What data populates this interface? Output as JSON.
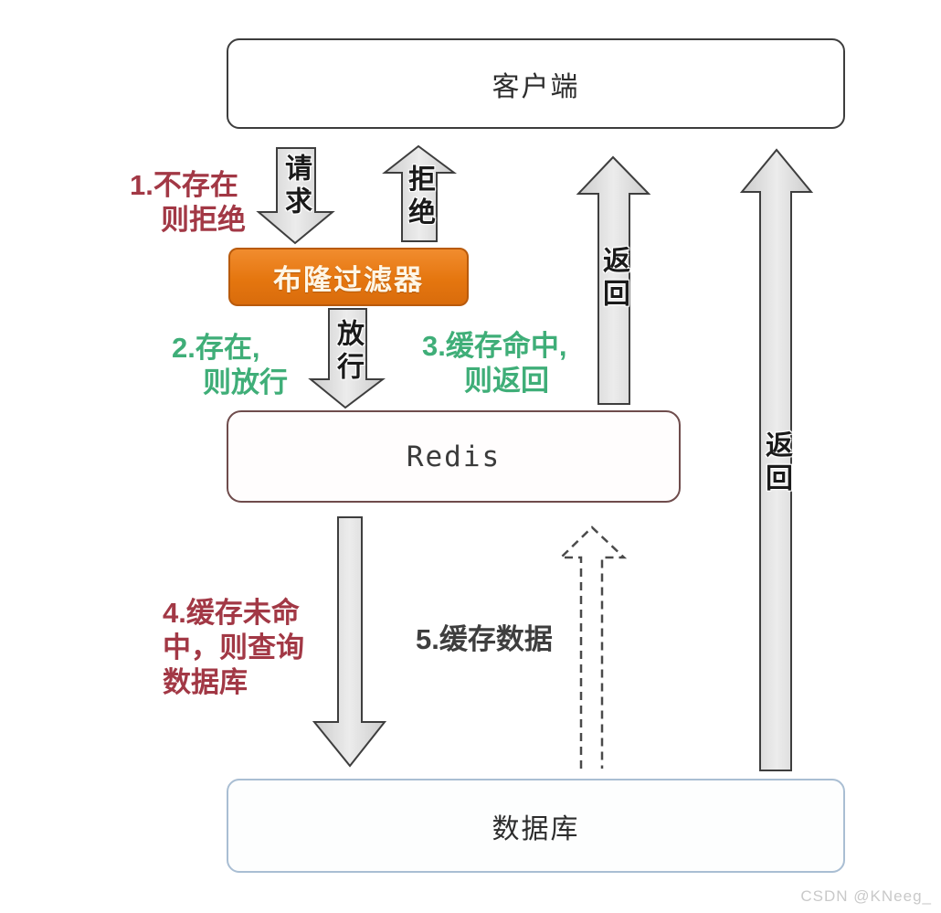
{
  "nodes": {
    "client": {
      "label": "客户端"
    },
    "bloom": {
      "label": "布隆过滤器"
    },
    "redis": {
      "label": "Redis"
    },
    "database": {
      "label": "数据库"
    }
  },
  "arrows": {
    "request": {
      "label": "请求",
      "from": "客户端",
      "to": "布隆过滤器",
      "direction": "down",
      "style": "solid"
    },
    "reject": {
      "label": "拒绝",
      "from": "布隆过滤器",
      "to": "客户端",
      "direction": "up",
      "style": "solid"
    },
    "pass": {
      "label": "放行",
      "from": "布隆过滤器",
      "to": "Redis",
      "direction": "down",
      "style": "solid"
    },
    "return_redis_client": {
      "label": "返回",
      "from": "Redis",
      "to": "客户端",
      "direction": "up",
      "style": "solid"
    },
    "return_db_client": {
      "label": "返回",
      "from": "数据库",
      "to": "客户端",
      "direction": "up",
      "style": "solid"
    },
    "query_db": {
      "label": "",
      "from": "Redis",
      "to": "数据库",
      "direction": "down",
      "style": "solid"
    },
    "cache_data": {
      "label": "",
      "from": "数据库",
      "to": "Redis",
      "direction": "up",
      "style": "dashed"
    }
  },
  "annotations": {
    "n1": {
      "lines": [
        "1.不存在",
        "则拒绝"
      ],
      "color": "#a23845"
    },
    "n2": {
      "lines": [
        "2.存在,",
        "则放行"
      ],
      "color": "#3fae78"
    },
    "n3": {
      "lines": [
        "3.缓存命中,",
        "则返回"
      ],
      "color": "#3fae78"
    },
    "n4": {
      "lines": [
        "4.缓存未命",
        "中，则查询",
        "数据库"
      ],
      "color": "#a23845"
    },
    "n5": {
      "lines": [
        "5.缓存数据"
      ],
      "color": "#3e3e3e"
    }
  },
  "colors": {
    "annotation_red": "#a23845",
    "annotation_green": "#3fae78",
    "bloom_fill": "#e5760f",
    "bloom_border": "#b85a0c",
    "arrow_fill": "#dedede",
    "arrow_outline": "#3e3e3e",
    "redis_border": "#6f4c4c",
    "db_border": "#a9bed3",
    "client_border": "#3d3d3d"
  },
  "watermark": "CSDN @KNeeg_"
}
